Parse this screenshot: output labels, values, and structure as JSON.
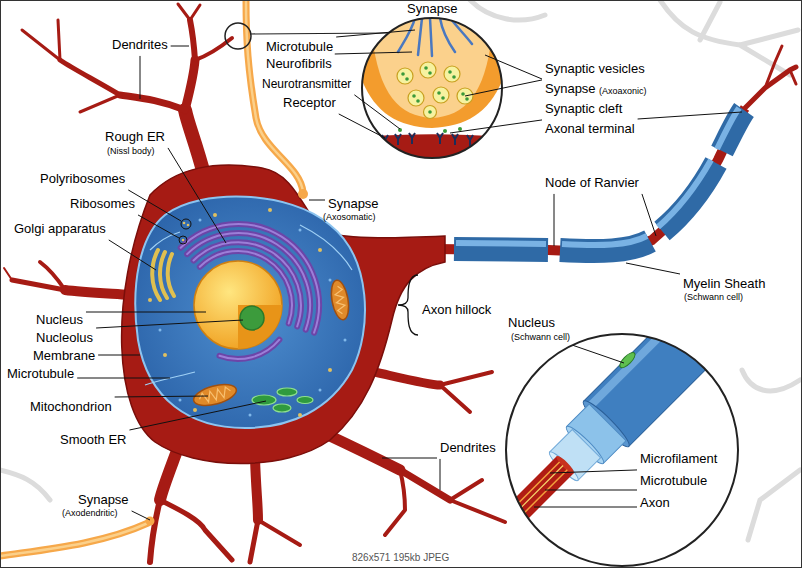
{
  "diagram": {
    "labels": [
      "Dendrites",
      "Microtubule",
      "Neurofibrils",
      "Neurotransmitter",
      "Receptor",
      "Synapse",
      "Synaptic vesicles",
      "Synapse",
      "(Axoaxonic)",
      "Synaptic cleft",
      "Axonal terminal",
      "Rough ER",
      "(Nissl body)",
      "Polyribosomes",
      "Ribosomes",
      "Golgi apparatus",
      "Synapse",
      "(Axosomatic)",
      "Node of Ranvier",
      "Myelin Sheath",
      "(Schwann cell)",
      "Axon hillock",
      "Nucleus",
      "Nucleolus",
      "Membrane",
      "Microtubule",
      "Nucleus",
      "(Schwann cell)",
      "Mitochondrion",
      "Smooth ER",
      "Microfilament",
      "Microtubule",
      "Axon",
      "Synapse",
      "(Axodendritic)",
      "Dendrites",
      "826x571 195kb JPEG"
    ]
  }
}
